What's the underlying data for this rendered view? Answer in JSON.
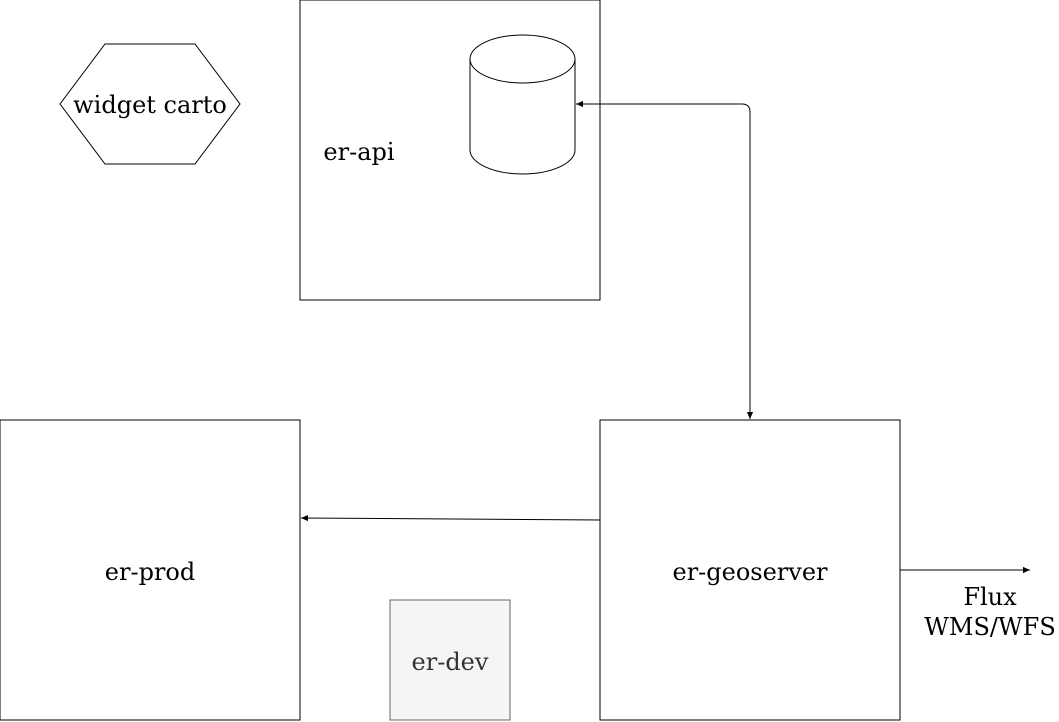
{
  "nodes": {
    "widget": {
      "label": "widget carto"
    },
    "api": {
      "label": "er-api"
    },
    "prod": {
      "label": "er-prod"
    },
    "geoserver": {
      "label": "er-geoserver"
    },
    "dev": {
      "label": "er-dev"
    }
  },
  "edges": {
    "flux": {
      "label_line1": "Flux",
      "label_line2": "WMS/WFS"
    }
  },
  "colors": {
    "stroke": "#000000",
    "background": "#ffffff",
    "dev_fill": "#f5f5f5",
    "dev_stroke": "#666666",
    "dev_text": "#333333"
  }
}
